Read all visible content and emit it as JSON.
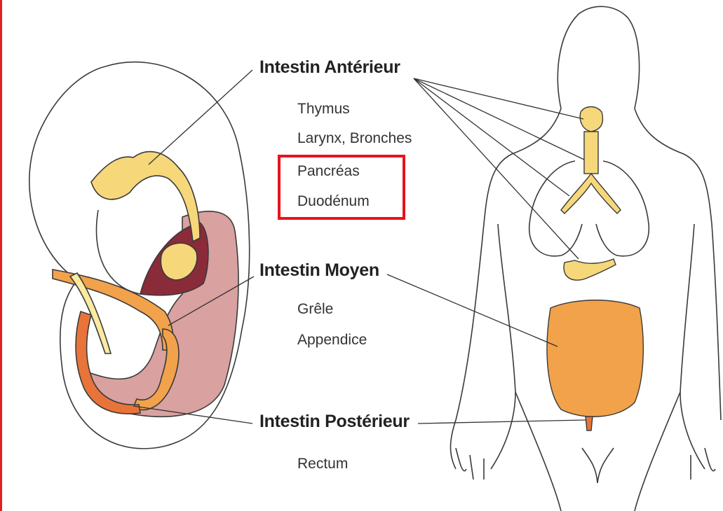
{
  "sections": [
    {
      "title": "Intestin Antérieur",
      "organs": [
        "Thymus",
        "Larynx, Bronches",
        "Pancréas",
        "Duodénum"
      ]
    },
    {
      "title": "Intestin Moyen",
      "organs": [
        "Grêle",
        "Appendice"
      ]
    },
    {
      "title": "Intestin Postérieur",
      "organs": [
        "Rectum"
      ]
    }
  ],
  "highlighted_organs": [
    "Pancréas",
    "Duodénum"
  ],
  "colors": {
    "highlight": "#e8141b",
    "foregut": "#f6d77a",
    "midgut": "#f2a24a",
    "hindgut": "#e8743a",
    "mesentery": "#c9898a",
    "outline": "#3a3a3a"
  }
}
